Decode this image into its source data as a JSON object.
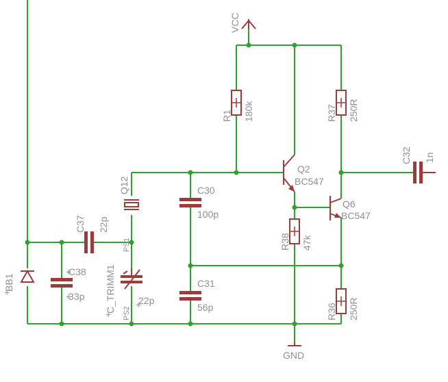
{
  "power": {
    "vcc": "VCC",
    "gnd": "GND"
  },
  "parts": {
    "r1": {
      "name": "R1",
      "value": "180k"
    },
    "r37": {
      "name": "R37",
      "value": "250R"
    },
    "r38": {
      "name": "R38",
      "value": "47k"
    },
    "r36": {
      "name": "R36",
      "value": "250R"
    },
    "q2": {
      "name": "Q2",
      "value": "BC547"
    },
    "q6": {
      "name": "Q6",
      "value": "BC547"
    },
    "c30": {
      "name": "C30",
      "value": "100p"
    },
    "c31": {
      "name": "C31",
      "value": "56p"
    },
    "c32": {
      "name": "C32",
      "value": "1n"
    },
    "c37": {
      "name": "C37",
      "value": "22p"
    },
    "c38": {
      "name": "C38",
      "value": "33p"
    },
    "c_trimm1": {
      "name": "C_TRIMM1",
      "value": "22p",
      "pin1": "PS1",
      "pin2": "PS2"
    },
    "q12": {
      "name": "Q12"
    },
    "bb1": {
      "name": "BB1"
    }
  },
  "colors": {
    "wire": "#2ea12e",
    "part": "#9e3a3a",
    "label": "#909090"
  }
}
